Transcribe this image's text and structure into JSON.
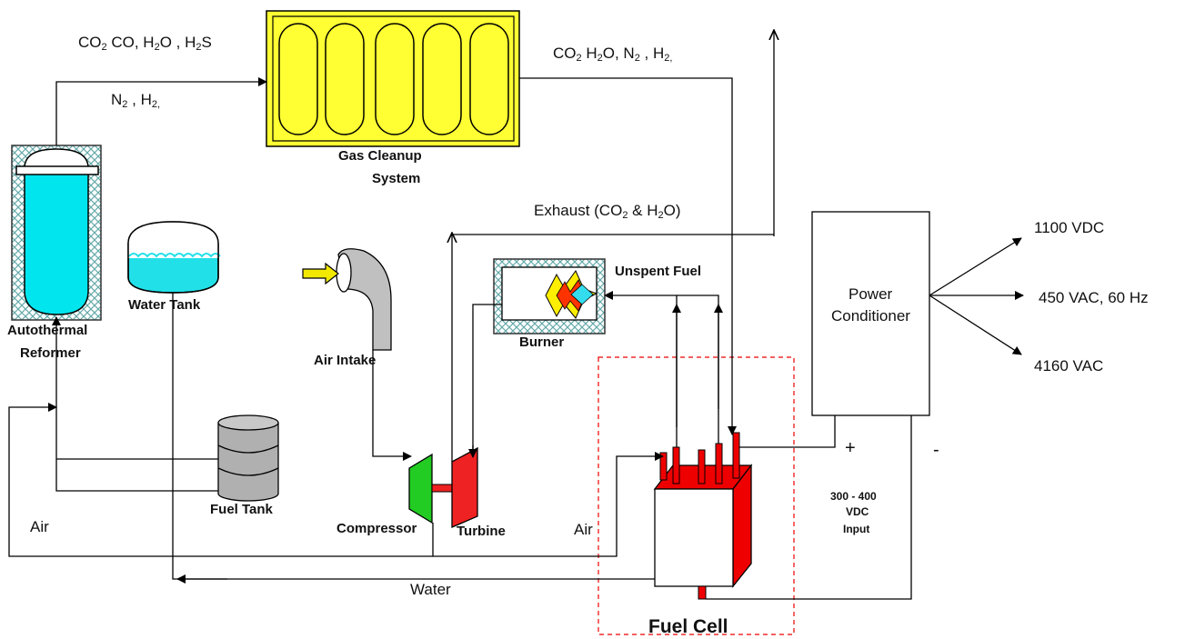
{
  "labels": {
    "autothermal_reformer_line1": "Autothermal",
    "autothermal_reformer_line2": "Reformer",
    "gas_cleanup_line1": "Gas Cleanup",
    "gas_cleanup_line2": "System",
    "water_tank": "Water Tank",
    "air_intake": "Air Intake",
    "burner": "Burner",
    "unspent_fuel": "Unspent Fuel",
    "fuel_tank": "Fuel Tank",
    "compressor": "Compressor",
    "turbine": "Turbine",
    "air_left": "Air",
    "air_right": "Air",
    "water": "Water",
    "fuel_cell": "Fuel Cell",
    "power_conditioner_line1": "Power",
    "power_conditioner_line2": "Conditioner",
    "output_1100": "1100 VDC",
    "output_450": "450 VAC, 60 Hz",
    "output_4160": "4160 VAC",
    "plus": "+",
    "minus": "-",
    "input_line1": "300 - 400",
    "input_line2": "VDC",
    "input_line3": "Input"
  },
  "chem": {
    "top_left_a": [
      "CO",
      "2",
      " CO, H",
      "2",
      "O , H",
      "2",
      "S"
    ],
    "top_left_b": [
      "N",
      "2",
      " , H",
      "2,",
      ""
    ],
    "top_right": [
      "CO",
      "2",
      " H",
      "2",
      "O, N",
      "2",
      " , H",
      "2,",
      ""
    ],
    "exhaust": [
      "Exhaust (CO",
      "2",
      " & H",
      "2",
      "O)"
    ]
  },
  "colors": {
    "reformer_fill": "#00e5ee",
    "water_fill": "#22e0e8",
    "gas_cleanup_fill": "#ffff33",
    "compressor_fill": "#22cc22",
    "turbine_fill": "#ee2222",
    "fuel_cell_fill": "#ee0000",
    "fuel_tank_fill": "#b0b0b0",
    "air_intake_fill": "#c0c0c0",
    "air_arrow_fill": "#f2e800",
    "flame_outer": "#ffee00",
    "flame_mid": "#ff3300",
    "flame_inner": "#33ddee",
    "dashed_box": "#ee0000"
  }
}
